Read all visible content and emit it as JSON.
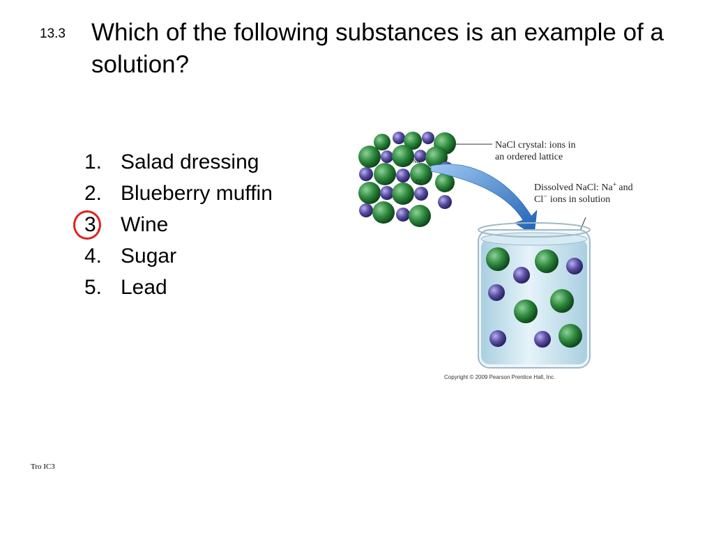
{
  "slide": {
    "question_number": "13.3",
    "title": "Which of the following substances is an example of a solution?",
    "answers": [
      {
        "num": "1.",
        "text": "Salad dressing"
      },
      {
        "num": "2.",
        "text": "Blueberry muffin"
      },
      {
        "num": "3.",
        "text": "Wine"
      },
      {
        "num": "4.",
        "text": "Sugar"
      },
      {
        "num": "5.",
        "text": "Lead"
      }
    ],
    "selected_answer": 3,
    "highlight_color": "#e02020",
    "footer": "Tro IC3"
  },
  "figure": {
    "crystal_label_1": "NaCl crystal: ions in",
    "crystal_label_2": "an ordered lattice",
    "dissolved_label_1": "Dissolved NaCl: Na",
    "dissolved_label_2": "ions in solution",
    "cl_symbol": "Cl",
    "na_ion": "Na",
    "cl_ion": "Cl",
    "plus": "+",
    "minus": "−",
    "copyright": "Copyright © 2009 Pearson Prentice Hall, Inc.",
    "colors": {
      "chloride": "#2f8a3e",
      "sodium": "#5a4fa3",
      "arrow": "#2f74c8",
      "water": "#cfe4ef"
    }
  }
}
